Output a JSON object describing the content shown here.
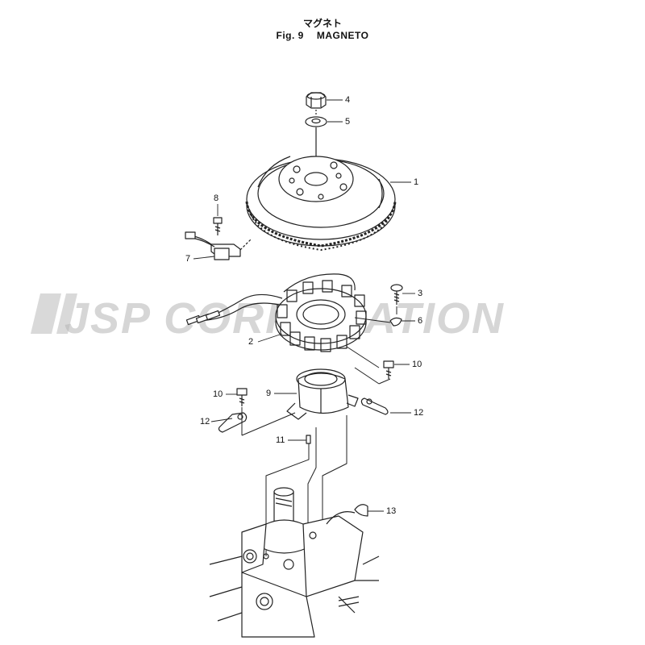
{
  "header": {
    "title_jp": "マグネト",
    "fig_label": "Fig. 9",
    "fig_name": "MAGNETO"
  },
  "watermark": {
    "text": "JSP CORPORATION"
  },
  "callouts": [
    {
      "id": "c1",
      "label": "1"
    },
    {
      "id": "c2",
      "label": "2"
    },
    {
      "id": "c3",
      "label": "3"
    },
    {
      "id": "c4",
      "label": "4"
    },
    {
      "id": "c5",
      "label": "5"
    },
    {
      "id": "c6",
      "label": "6"
    },
    {
      "id": "c7",
      "label": "7"
    },
    {
      "id": "c8",
      "label": "8"
    },
    {
      "id": "c9",
      "label": "9"
    },
    {
      "id": "c10a",
      "label": "10"
    },
    {
      "id": "c10b",
      "label": "10"
    },
    {
      "id": "c11",
      "label": "11"
    },
    {
      "id": "c12a",
      "label": "12"
    },
    {
      "id": "c12b",
      "label": "12"
    },
    {
      "id": "c13",
      "label": "13"
    }
  ]
}
